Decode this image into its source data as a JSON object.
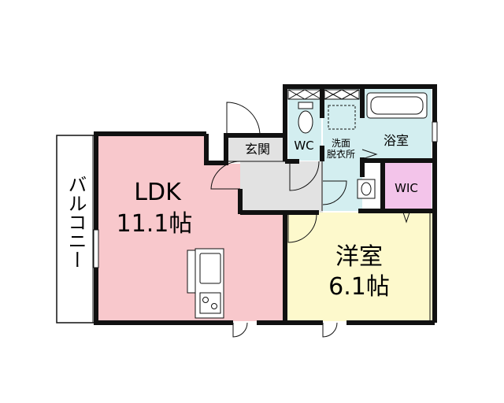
{
  "colors": {
    "wall": "#111111",
    "ldk": "#f8c8cc",
    "western": "#fdf9cc",
    "wet": "#d3eef0",
    "wic": "#f3c4ea",
    "corridor": "#e2e2e2",
    "balcony": "#ffffff"
  },
  "rooms": {
    "balcony": {
      "label": "バルコニー"
    },
    "ldk": {
      "name": "LDK",
      "size": "11.1帖"
    },
    "western": {
      "name": "洋室",
      "size": "6.1帖"
    },
    "genkan": {
      "label": "玄関"
    },
    "wc": {
      "label": "WC"
    },
    "washroom": {
      "line1": "洗面",
      "line2": "脱衣所"
    },
    "bath": {
      "label": "浴室"
    },
    "wic": {
      "label": "WIC"
    }
  },
  "icons": {
    "kitchen_sink": "sink-icon",
    "stove": "stove-icon",
    "toilet": "toilet-icon",
    "washbasin": "washbasin-icon",
    "bathtub": "bathtub-icon",
    "washing_machine": "washing-machine-icon"
  }
}
